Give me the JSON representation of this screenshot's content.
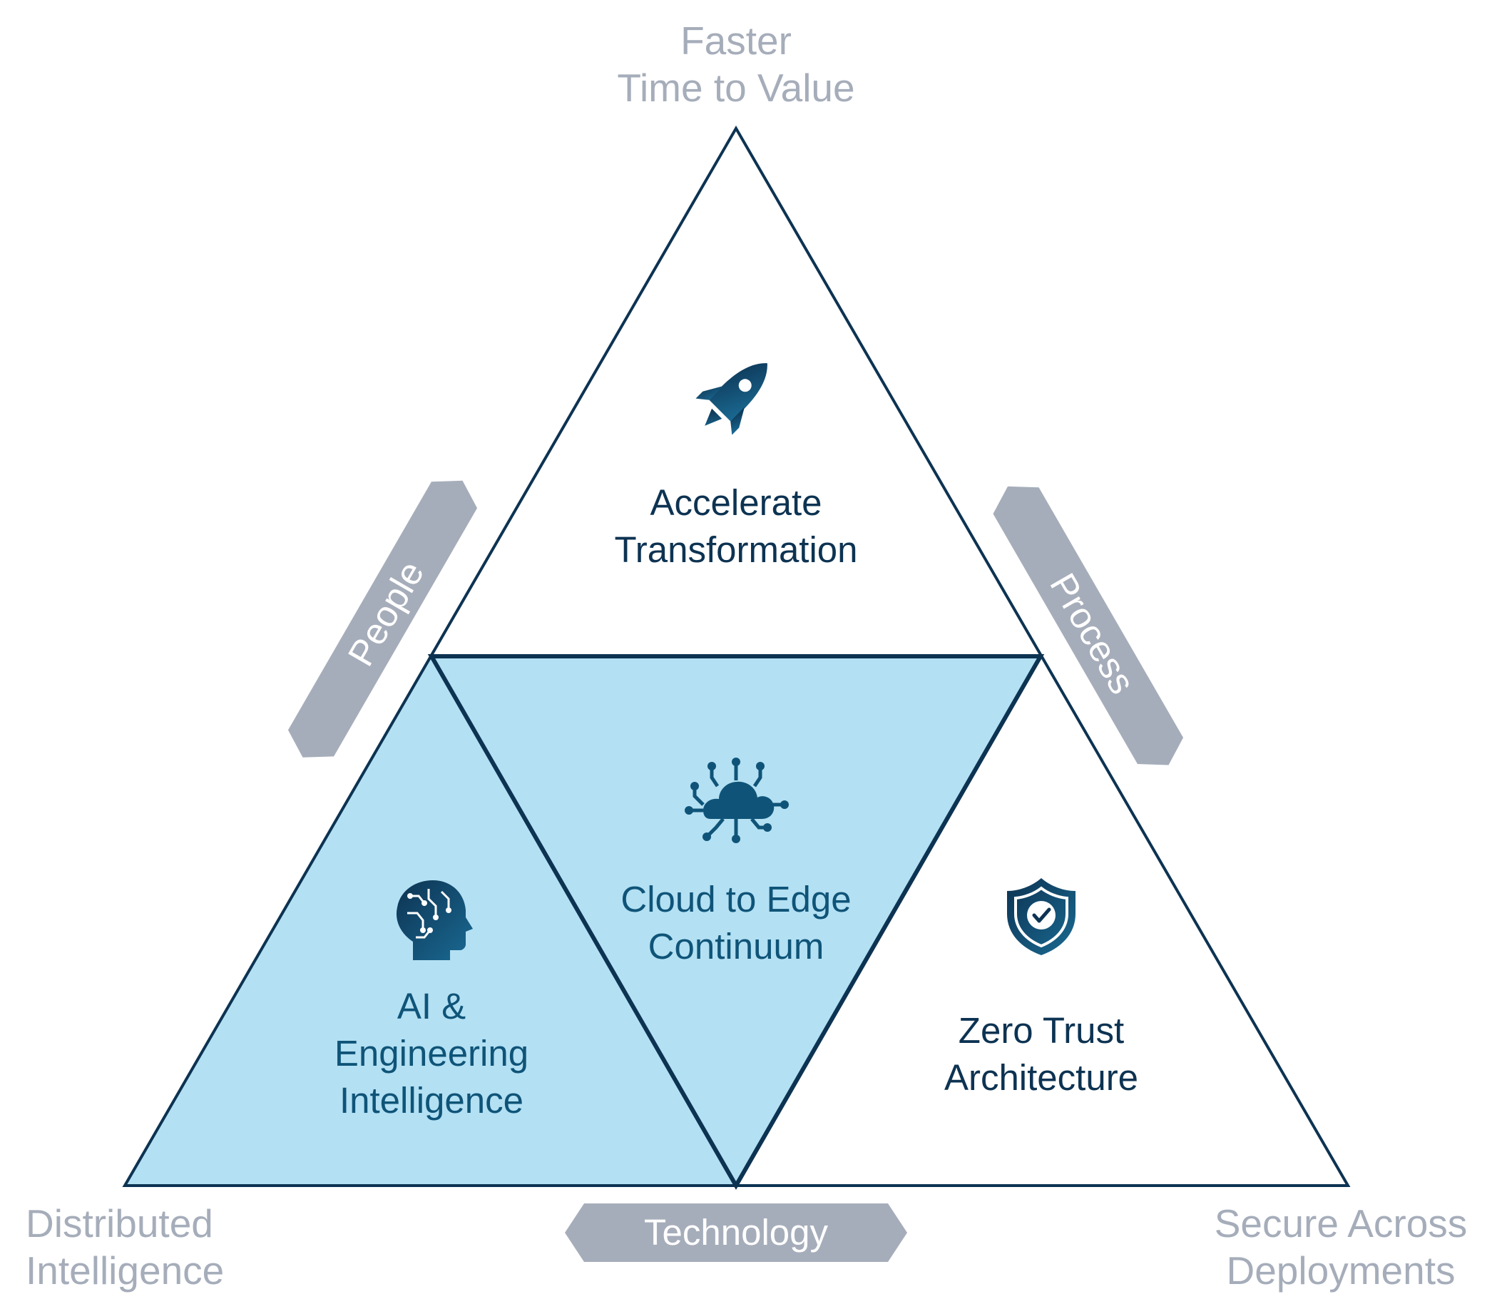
{
  "corners": {
    "top": [
      "Faster",
      "Time to Value"
    ],
    "bottom_left": [
      "Distributed",
      "Intelligence"
    ],
    "bottom_right": [
      "Secure Across",
      "Deployments"
    ]
  },
  "segments": {
    "top": {
      "lines": [
        "Accelerate",
        "Transformation"
      ],
      "icon": "rocket-icon"
    },
    "center": {
      "lines": [
        "Cloud to Edge",
        "Continuum"
      ],
      "icon": "cloud-network-icon"
    },
    "left": {
      "lines": [
        "AI &",
        "Engineering",
        "Intelligence"
      ],
      "icon": "ai-head-icon"
    },
    "right": {
      "lines": [
        "Zero Trust",
        "Architecture"
      ],
      "icon": "shield-check-icon"
    }
  },
  "banners": {
    "people": "People",
    "process": "Process",
    "technology": "Technology"
  },
  "colors": {
    "highlight_fill": "#b3e0f3",
    "outline": "#0d3352",
    "dark_text": "#0d3352",
    "blue_text": "#0f5478",
    "banner_fill": "#a6adba",
    "corner_text": "#a6adba"
  }
}
